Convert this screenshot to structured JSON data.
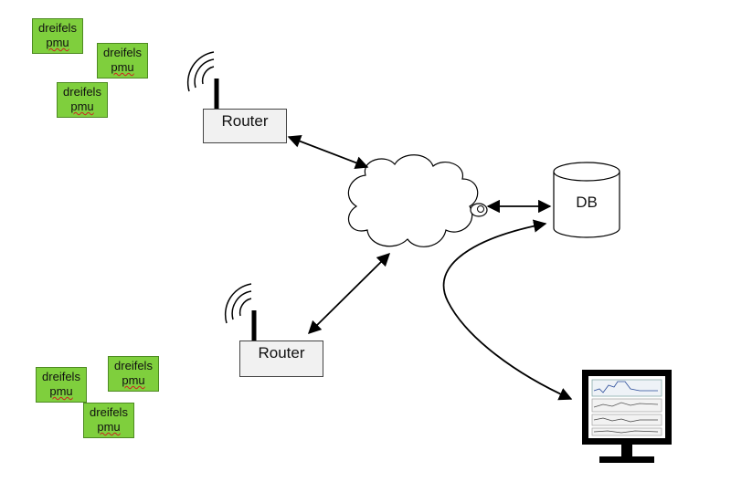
{
  "pmus": [
    {
      "line1": "dreifels",
      "line2": "pmu"
    },
    {
      "line1": "dreifels",
      "line2": "pmu"
    },
    {
      "line1": "dreifels",
      "line2": "pmu"
    },
    {
      "line1": "dreifels",
      "line2": "pmu"
    },
    {
      "line1": "dreifels",
      "line2": "pmu"
    },
    {
      "line1": "dreifels",
      "line2": "pmu"
    }
  ],
  "routers": [
    {
      "label": "Router"
    },
    {
      "label": "Router"
    }
  ],
  "database": {
    "label": "DB"
  },
  "colors": {
    "pmu_fill": "#7fcf3d",
    "router_fill": "#f1f1f1",
    "stroke": "#000000"
  }
}
